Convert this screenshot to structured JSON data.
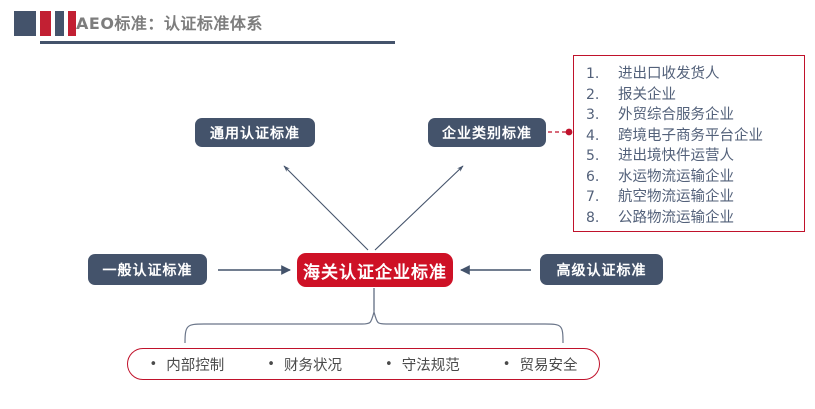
{
  "header": {
    "title": "AEO标准：认证标准体系",
    "decor_bars": [
      "navy-wide",
      "red",
      "navy-narrow",
      "red"
    ],
    "rule_color": "#44536B"
  },
  "colors": {
    "navy": "#44536B",
    "red": "#CE1126",
    "panel_border_red": "#C0122B",
    "title_gray": "#7D7D7B",
    "list_text": "#53617A",
    "bottom_text": "#4A4A4A",
    "connector_navy": "#44536B",
    "connector_red": "#C0122B"
  },
  "diagram": {
    "core_node": {
      "label": "海关认证企业标准",
      "style": "red"
    },
    "upper_nodes": [
      {
        "label": "通用认证标准",
        "style": "navy"
      },
      {
        "label": "企业类别标准",
        "style": "navy"
      }
    ],
    "side_nodes": [
      {
        "label": "一般认证标准",
        "style": "navy",
        "side": "left"
      },
      {
        "label": "高级认证标准",
        "style": "navy",
        "side": "right"
      }
    ]
  },
  "category_list": {
    "linked_from": "企业类别标准",
    "items": [
      {
        "num": "1.",
        "label": "进出口收发货人"
      },
      {
        "num": "2.",
        "label": "报关企业"
      },
      {
        "num": "3.",
        "label": "外贸综合服务企业"
      },
      {
        "num": "4.",
        "label": "跨境电子商务平台企业"
      },
      {
        "num": "5.",
        "label": "进出境快件运营人"
      },
      {
        "num": "6.",
        "label": "水运物流运输企业"
      },
      {
        "num": "7.",
        "label": "航空物流运输企业"
      },
      {
        "num": "8.",
        "label": "公路物流运输企业"
      }
    ]
  },
  "bottom_panel": {
    "bullet": "•",
    "items": [
      "内部控制",
      "财务状况",
      "守法规范",
      "贸易安全"
    ]
  }
}
